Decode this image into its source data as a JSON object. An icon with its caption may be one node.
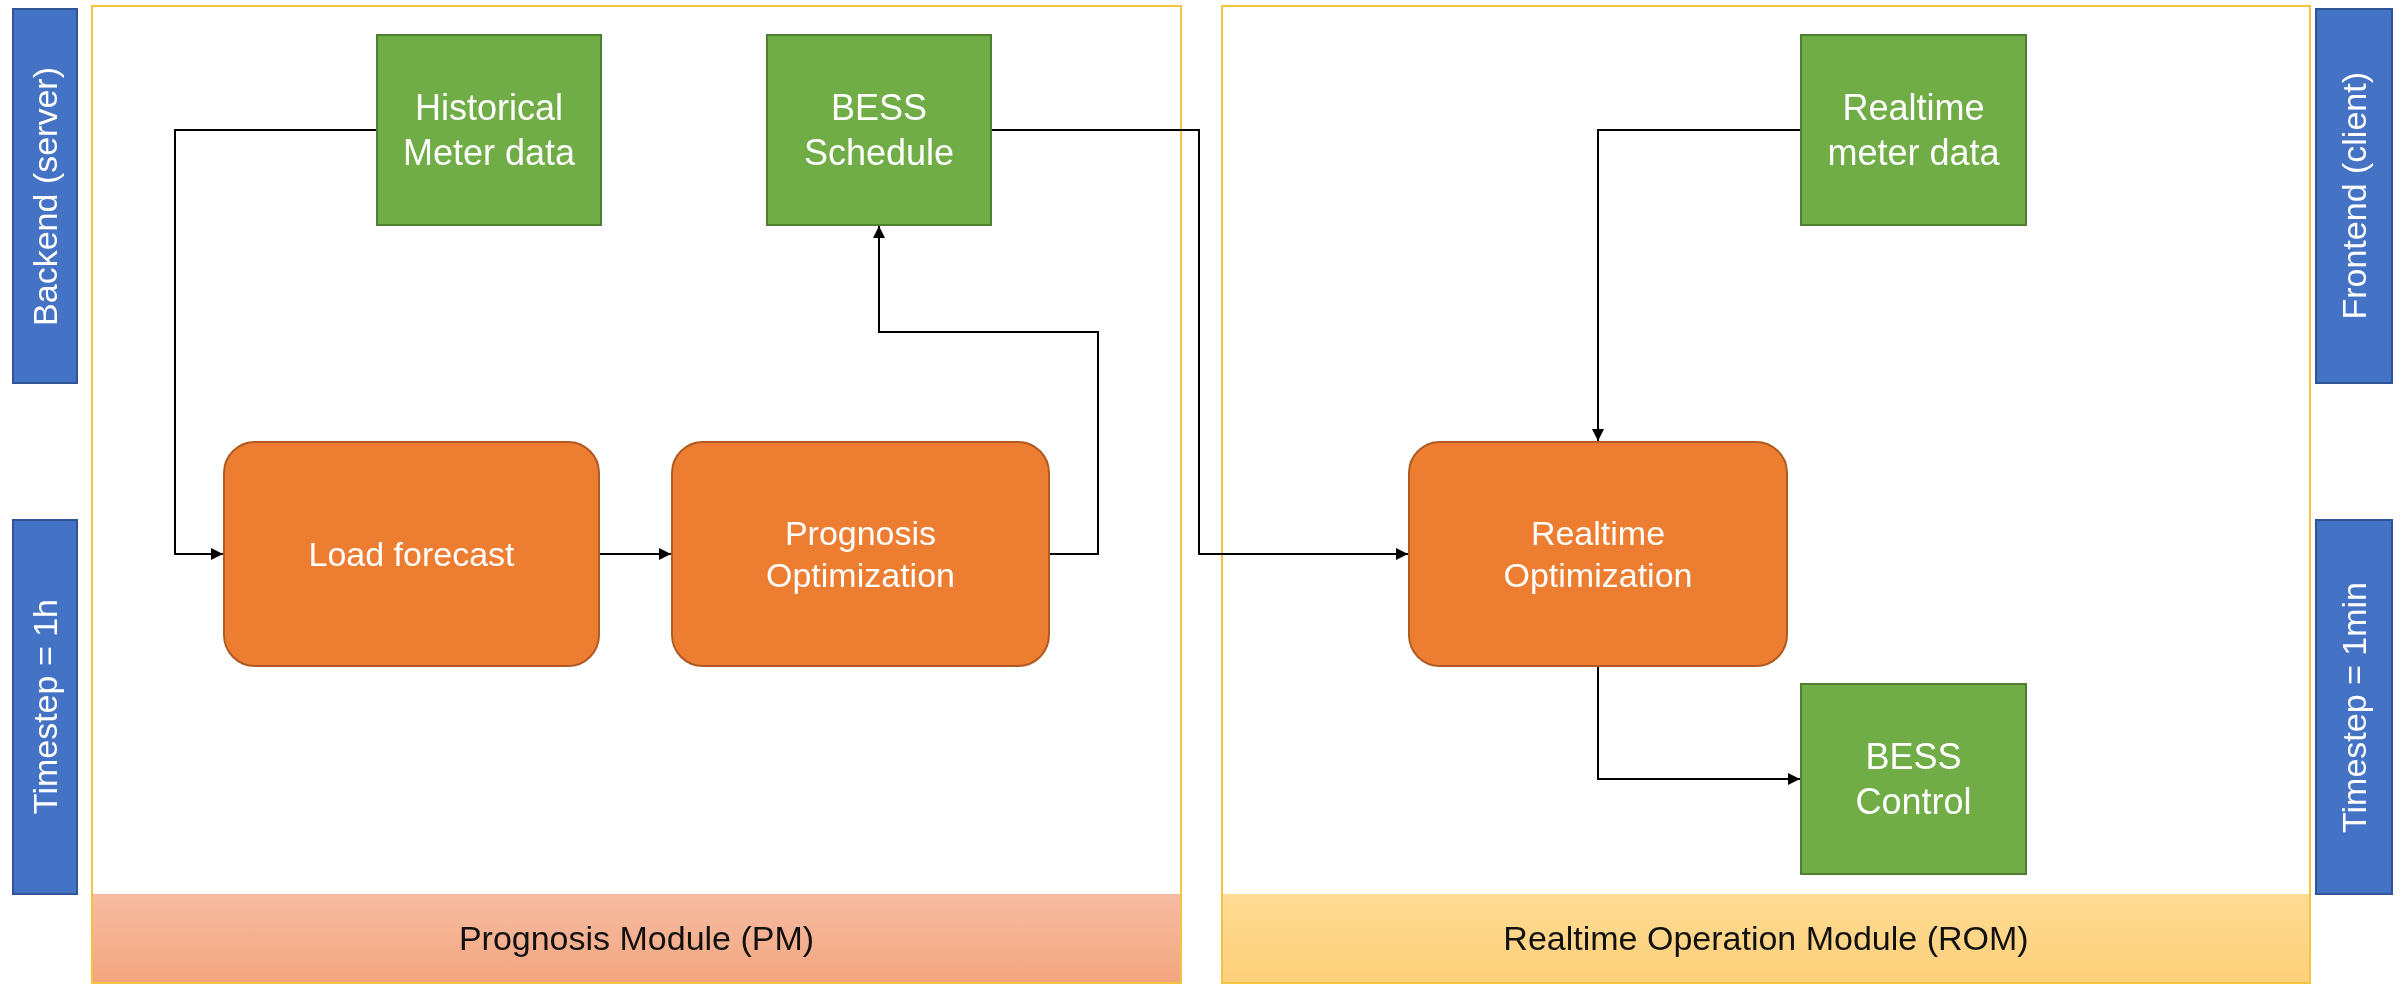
{
  "diagram": {
    "nodes": [
      {
        "text": [
          "Backend (server)"
        ]
      },
      {
        "text": [
          "Timestep = 1h"
        ]
      },
      {
        "text": [
          "Prognosis Module (PM)"
        ]
      },
      {
        "text": [
          "Historical Meter data"
        ],
        "in": 2
      },
      {
        "text": [
          "BESS Schedule"
        ],
        "in": 2
      },
      {
        "text": [
          "Load forecast"
        ],
        "in": 2
      },
      {
        "text": [
          "Prognosis Optimization"
        ],
        "in": 2
      },
      {
        "text": [
          "Realtime Operation Module (ROM)"
        ]
      },
      {
        "text": [
          "Realtime meter data"
        ],
        "in": 7
      },
      {
        "text": [
          "Realtime Optimization"
        ],
        "in": 7
      },
      {
        "text": [
          "BESS Control"
        ],
        "in": 7
      },
      {
        "text": [
          "Frontend (client)"
        ]
      },
      {
        "text": [
          "Timestep = 1min"
        ]
      }
    ],
    "edges": [
      {
        "from": 3,
        "to": 5,
        "arrow": "to"
      },
      {
        "from": 5,
        "to": 6,
        "arrow": "to"
      },
      {
        "from": 6,
        "to": 4,
        "arrow": "to"
      },
      {
        "from": 4,
        "to": 9,
        "arrow": "to"
      },
      {
        "from": 8,
        "to": 9,
        "arrow": "to"
      },
      {
        "from": 9,
        "to": 10,
        "arrow": "to"
      }
    ]
  }
}
